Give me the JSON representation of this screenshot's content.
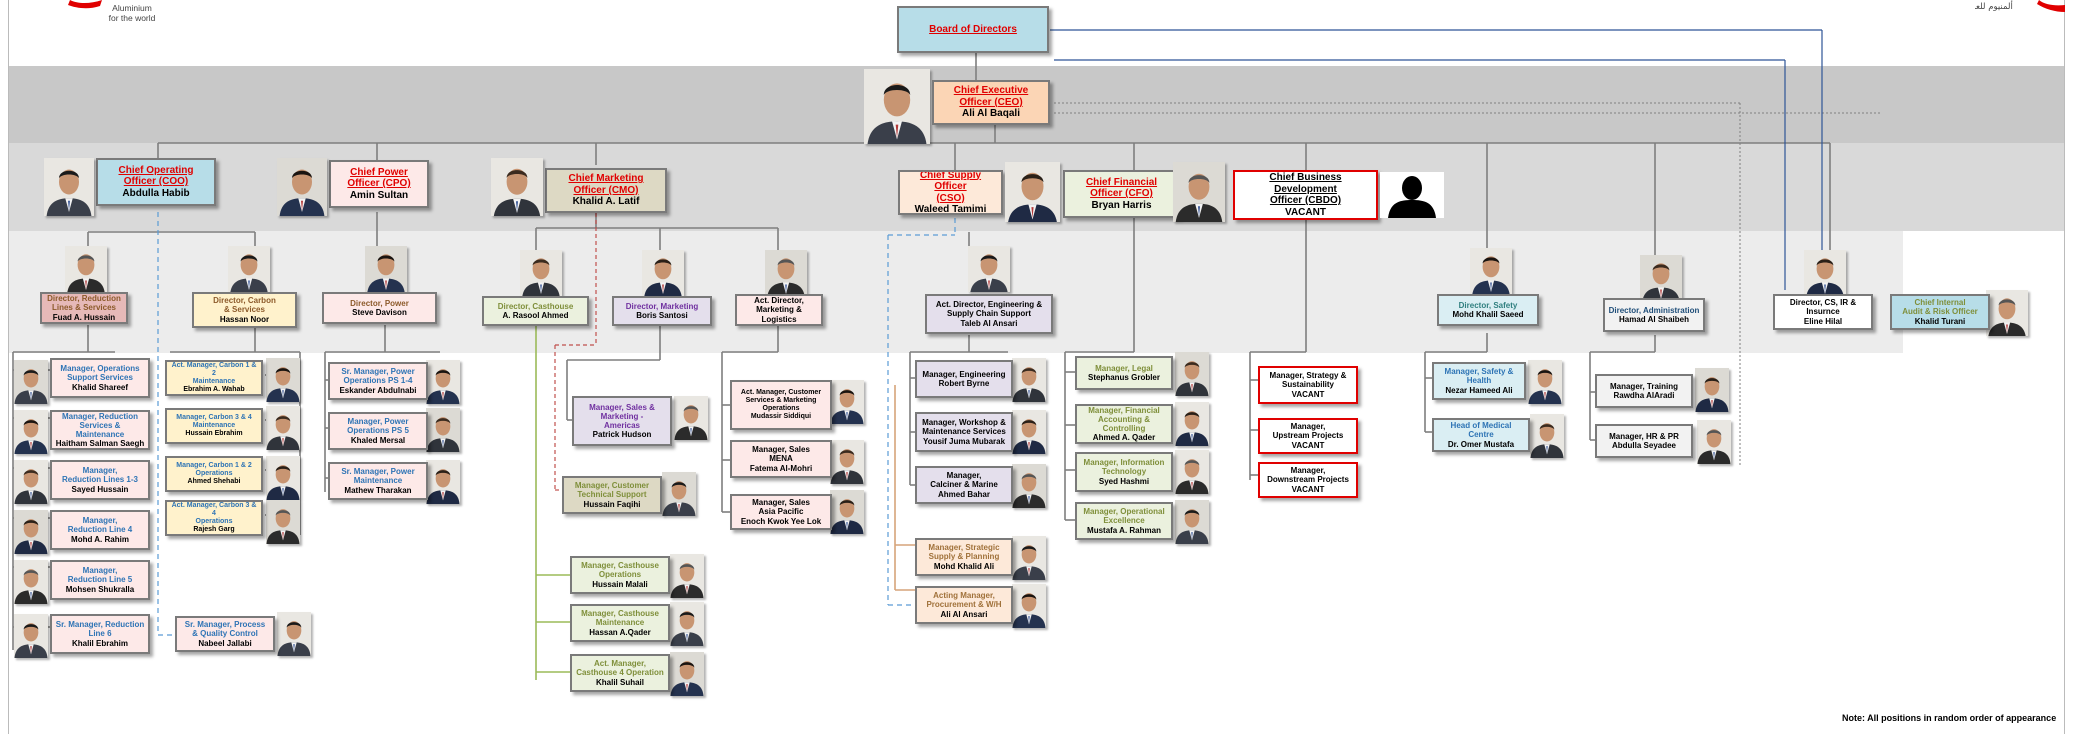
{
  "logo": {
    "tagline_line1": "Aluminium",
    "tagline_line2": "for the world",
    "arabic_text": "ألمنيوم للعالم"
  },
  "board": {
    "title": "Board of Directors"
  },
  "ceo": {
    "title_line1": "Chief Executive",
    "title_line2": "Officer (CEO)",
    "name": "Ali Al Baqali"
  },
  "executives": {
    "coo": {
      "title_line1": "Chief Operating",
      "title_line2": "Officer (COO)",
      "name": "Abdulla Habib"
    },
    "cpo": {
      "title_line1": "Chief Power",
      "title_line2": "Officer (CPO)",
      "name": "Amin Sultan"
    },
    "cmo": {
      "title_line1": "Chief Marketing",
      "title_line2": "Officer (CMO)",
      "name": "Khalid A. Latif"
    },
    "cso": {
      "title_line1": "Chief Supply Officer",
      "title_line2": "(CSO)",
      "name": "Waleed Tamimi"
    },
    "cfo": {
      "title_line1": "Chief Financial",
      "title_line2": "Officer (CFO)",
      "name": "Bryan Harris"
    },
    "cbdo": {
      "title_line1": "Chief Business Development",
      "title_line2": "Officer (CBDO)",
      "name": "VACANT"
    }
  },
  "directors": {
    "reduction": {
      "title_line1": "Director, Reduction",
      "title_line2": "Lines & Services",
      "name": "Fuad A. Hussain"
    },
    "carbon": {
      "title_line1": "Director, Carbon",
      "title_line2": "& Services",
      "name": "Hassan Noor"
    },
    "power": {
      "title_line1": "Director, Power",
      "name": "Steve Davison"
    },
    "casthouse": {
      "title_line1": "Director, Casthouse",
      "name": "A. Rasool Ahmed"
    },
    "marketing": {
      "title_line1": "Director, Marketing",
      "name": "Boris Santosi"
    },
    "mkt_logistics": {
      "title_line1": "Act. Director,",
      "title_line2": "Marketing & Logistics"
    },
    "engineering": {
      "title_line1": "Act. Director, Engineering &",
      "title_line2": "Supply Chain Support",
      "name": "Taleb Al Ansari"
    },
    "safety": {
      "title_line1": "Director, Safety",
      "name": "Mohd Khalil Saeed"
    },
    "administration": {
      "title_line1": "Director, Administration",
      "name": "Hamad Al Shaibeh"
    },
    "cs_ir": {
      "title_line1": "Director, CS, IR &",
      "title_line2": "Insurnce",
      "name": "Eline Hilal"
    },
    "audit": {
      "title_line1": "Chief Internal",
      "title_line2": "Audit & Risk Officer",
      "name": "Khalid Turani"
    }
  },
  "managers": {
    "ops_support": {
      "title_line1": "Manager, Operations",
      "title_line2": "Support Services",
      "name": "Khalid Shareef"
    },
    "red_services": {
      "title_line1": "Manager, Reduction",
      "title_line2": "Services & Maintenance",
      "name": "Haitham Salman Saegh"
    },
    "red_lines_13": {
      "title_line1": "Manager,",
      "title_line2": "Reduction Lines 1-3",
      "name": "Sayed Hussain"
    },
    "red_line_4": {
      "title_line1": "Manager,",
      "title_line2": "Reduction Line 4",
      "name": "Mohd A. Rahim"
    },
    "red_line_5": {
      "title_line1": "Manager,",
      "title_line2": "Reduction Line 5",
      "name": "Mohsen Shukralla"
    },
    "red_line_6": {
      "title_line1": "Sr. Manager, Reduction",
      "title_line2": "Line 6",
      "name": "Khalil Ebrahim"
    },
    "carbon_12_maint": {
      "title_line1": "Act. Manager, Carbon 1 & 2",
      "title_line2": "Maintenance",
      "name": "Ebrahim A. Wahab"
    },
    "carbon_34_maint": {
      "title_line1": "Manager, Carbon 3 & 4",
      "title_line2": "Maintenance",
      "name": "Hussain Ebrahim"
    },
    "carbon_12_ops": {
      "title_line1": "Manager, Carbon 1 & 2",
      "title_line2": "Operations",
      "name": "Ahmed Shehabi"
    },
    "carbon_34_ops": {
      "title_line1": "Act. Manager, Carbon 3 & 4",
      "title_line2": "Operations",
      "name": "Rajesh Garg"
    },
    "process_quality": {
      "title_line1": "Sr. Manager, Process",
      "title_line2": "& Quality Control",
      "name": "Nabeel Jallabi"
    },
    "power_ps14": {
      "title_line1": "Sr. Manager, Power",
      "title_line2": "Operations PS 1-4",
      "name": "Eskander Abdulnabi"
    },
    "power_ps5": {
      "title_line1": "Manager, Power",
      "title_line2": "Operations PS 5",
      "name": "Khaled Mersal"
    },
    "power_maint": {
      "title_line1": "Sr. Manager, Power",
      "title_line2": "Maintenance",
      "name": "Mathew Tharakan"
    },
    "cast_ops": {
      "title_line1": "Manager, Casthouse",
      "title_line2": "Operations",
      "name": "Hussain Malali"
    },
    "cast_maint": {
      "title_line1": "Manager, Casthouse",
      "title_line2": "Maintenance",
      "name": "Hassan A.Qader"
    },
    "cast_4": {
      "title_line1": "Act. Manager,",
      "title_line2": "Casthouse 4 Operation",
      "name": "Khalil Suhail"
    },
    "tech_support": {
      "title_line1": "Manager, Customer",
      "title_line2": "Technical  Support",
      "name": "Hussain Faqihi"
    },
    "sales_americas": {
      "title_line1": "Manager, Sales &",
      "title_line2": "Marketing -",
      "title_line3": "Americas",
      "name": "Patrick Hudson"
    },
    "customer_services": {
      "title_line1": "Act. Manager,  Customer",
      "title_line2": "Services & Marketing",
      "title_line3": "Operations",
      "name": "Mudassir Siddiqui"
    },
    "sales_mena": {
      "title_line1": "Manager, Sales",
      "title_line2": "MENA",
      "name": "Fatema Al-Mohri"
    },
    "sales_apac": {
      "title_line1": "Manager, Sales",
      "title_line2": "Asia Pacific",
      "name": "Enoch Kwok Yee Lok"
    },
    "engineering": {
      "title_line1": "Manager, Engineering",
      "name": "Robert Byrne"
    },
    "workshop": {
      "title_line1": "Manager, Workshop &",
      "title_line2": "Maintenance Services",
      "name": "Yousif Juma Mubarak"
    },
    "calciner": {
      "title_line1": "Manager,",
      "title_line2": "Calciner & Marine",
      "name": "Ahmed Bahar"
    },
    "strategic_supply": {
      "title_line1": "Manager, Strategic",
      "title_line2": "Supply & Planning",
      "name": "Mohd Khalid Ali"
    },
    "procurement": {
      "title_line1": "Acting Manager,",
      "title_line2": "Procurement & W/H",
      "name": "Ali Al Ansari"
    },
    "legal": {
      "title_line1": "Manager, Legal",
      "name": "Stephanus Grobler"
    },
    "fin_accounting": {
      "title_line1": "Manager, Financial",
      "title_line2": "Accounting & Controlling",
      "name": "Ahmed A. Qader"
    },
    "info_tech": {
      "title_line1": "Manager, Information",
      "title_line2": "Technology",
      "name": "Syed Hashmi"
    },
    "op_excellence": {
      "title_line1": "Manager, Operational",
      "title_line2": "Excellence",
      "name": "Mustafa A. Rahman"
    },
    "strategy": {
      "title_line1": "Manager, Strategy &",
      "title_line2": "Sustainability",
      "name": "VACANT"
    },
    "upstream": {
      "title_line1": "Manager,",
      "title_line2": "Upstream Projects",
      "name": "VACANT"
    },
    "downstream": {
      "title_line1": "Manager,",
      "title_line2": "Downstream Projects",
      "name": "VACANT"
    },
    "safety_health": {
      "title_line1": "Manager, Safety &",
      "title_line2": "Health",
      "name": "Nezar Hameed Ali"
    },
    "medical": {
      "title_line1": "Head of Medical Centre",
      "name": "Dr. Omer Mustafa"
    },
    "training": {
      "title_line1": "Manager, Training",
      "name": "Rawdha AlAradi"
    },
    "hr_pr": {
      "title_line1": "Manager, HR & PR",
      "name": "Abdulla Seyadee"
    }
  },
  "footnote": "Note: All positions in random order of appearance",
  "colors": {
    "board_fill": "#b7dde8",
    "ceo_fill": "#fbd5b5",
    "vacant_border": "#e00000",
    "title_red": "#e00000"
  }
}
